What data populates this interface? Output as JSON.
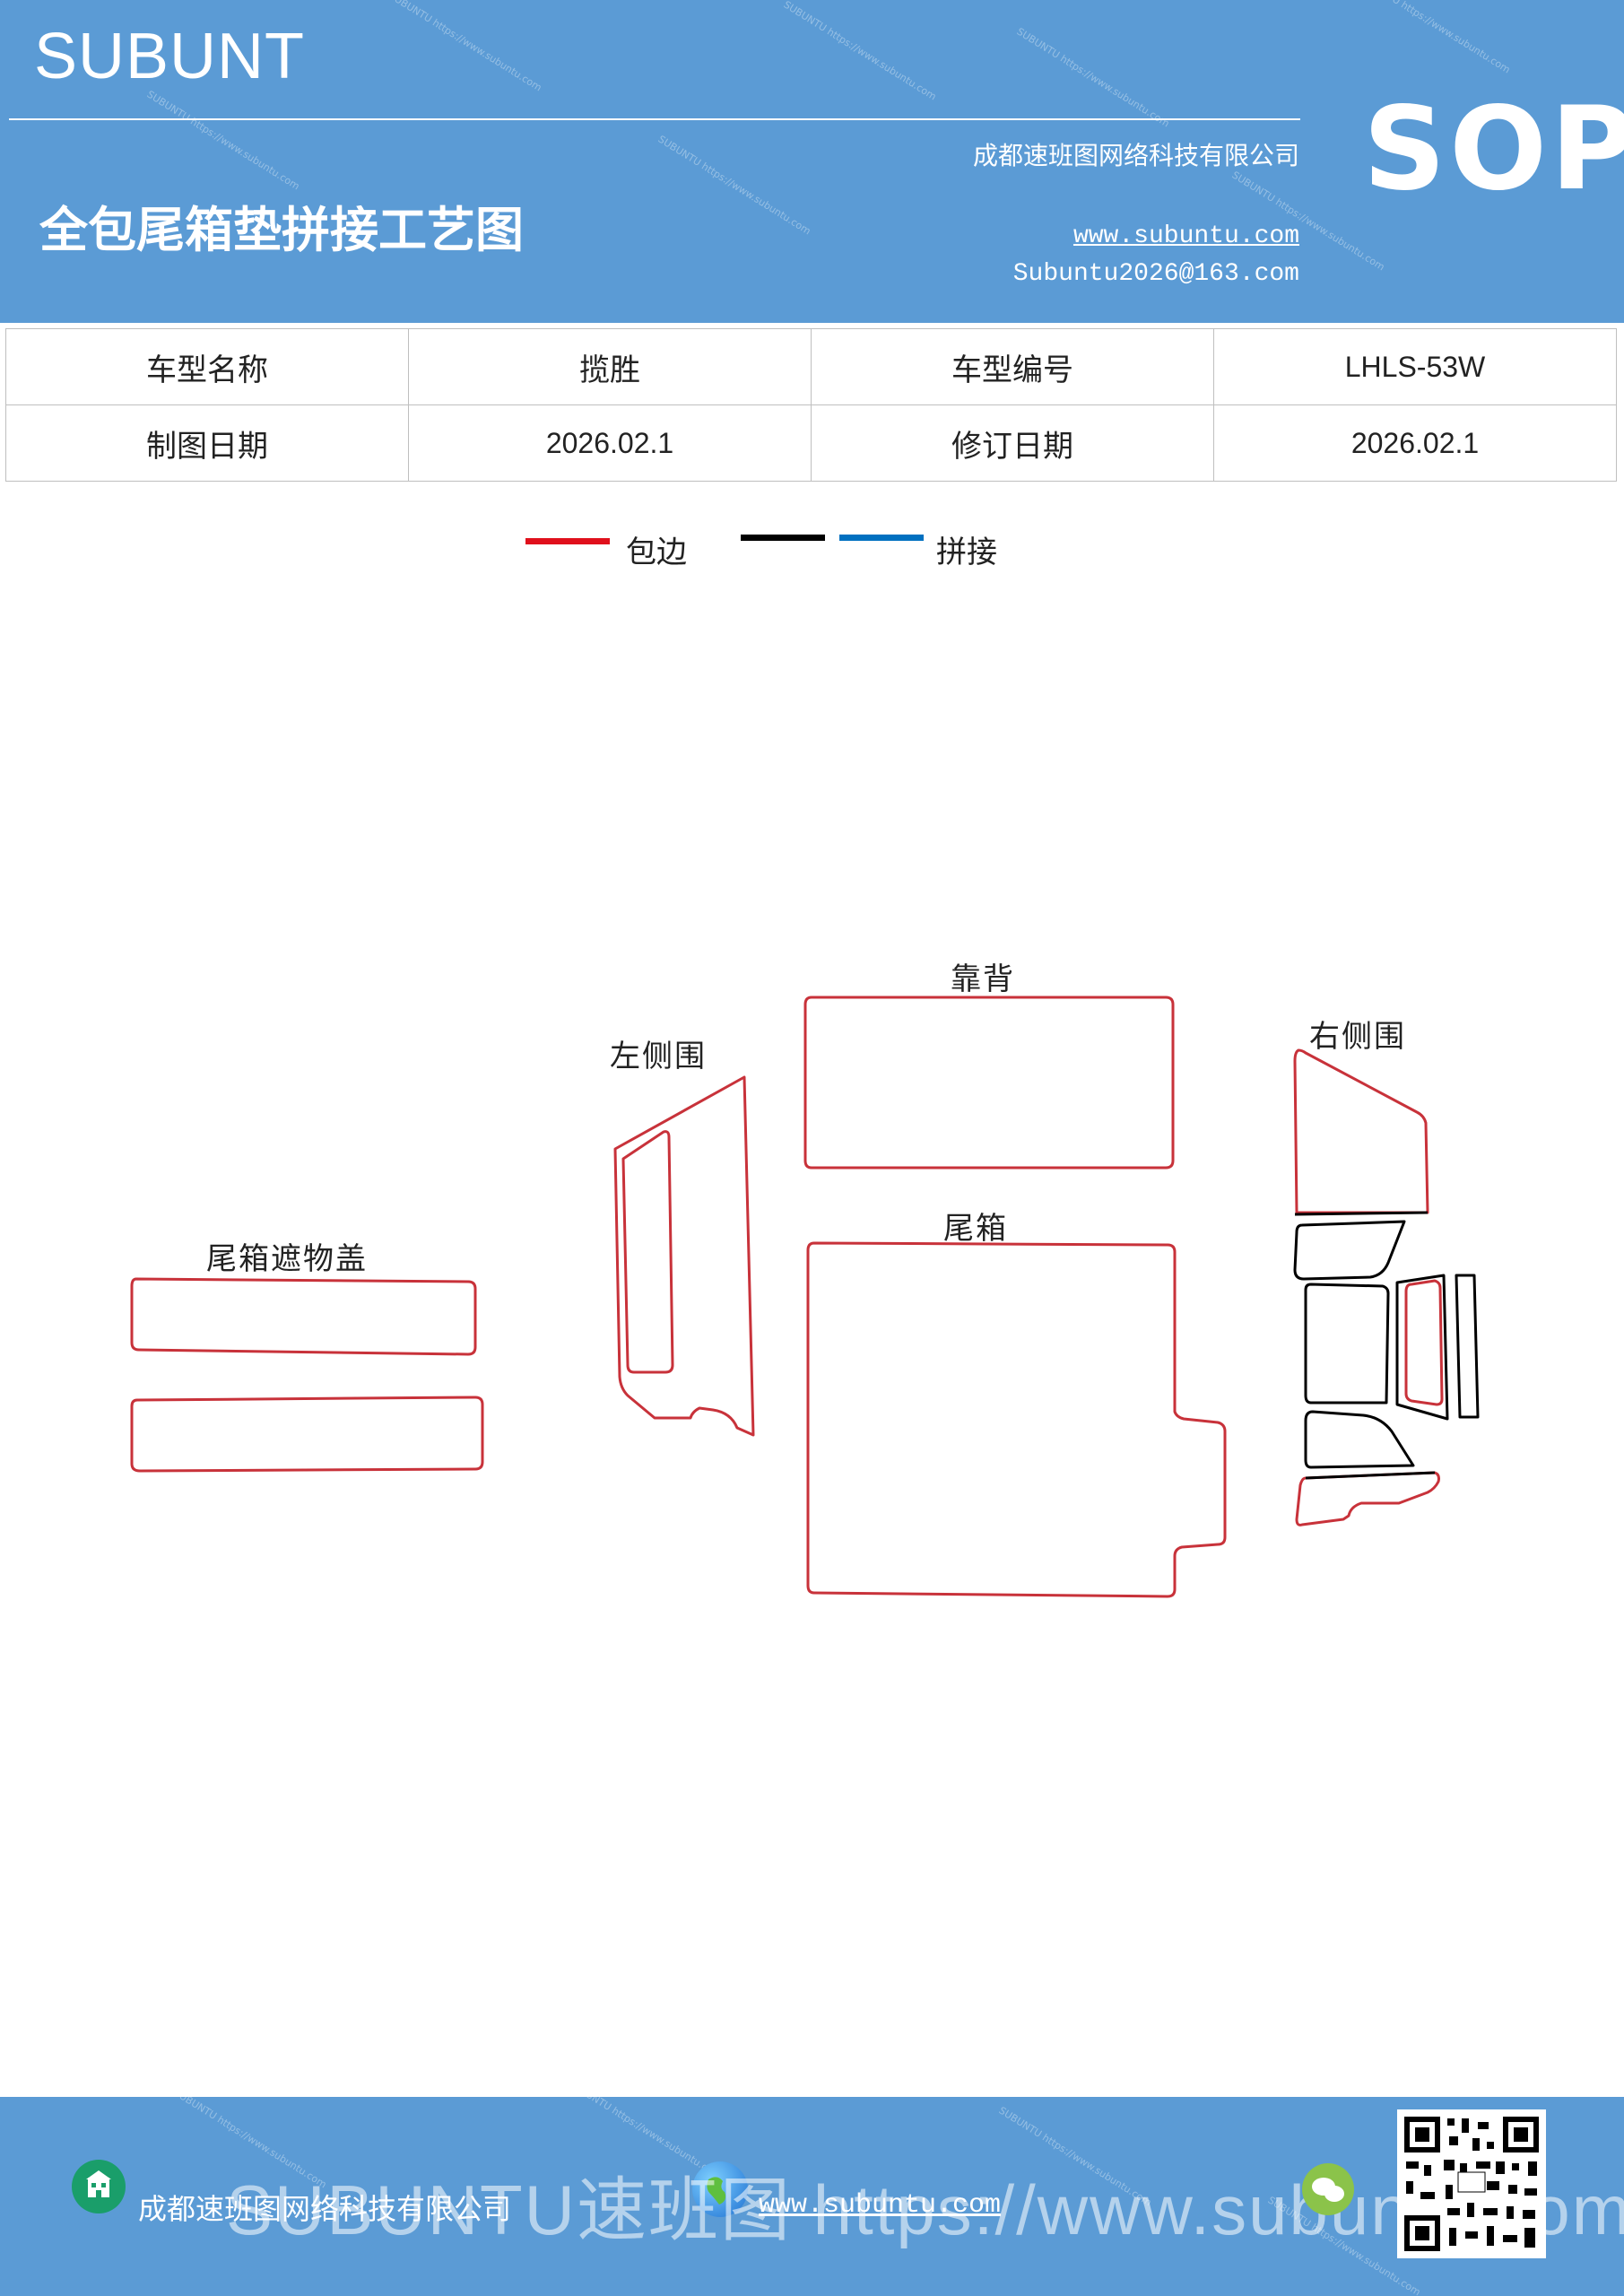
{
  "header": {
    "brand": "SUBUNT",
    "title": "全包尾箱垫拼接工艺图",
    "company": "成都速班图网络科技有限公司",
    "website": "www.subuntu.com",
    "email": "Subuntu2026@163.com",
    "badge": "SOP",
    "background_color": "#5b9bd5",
    "watermark": "SUBUNTU https://www.subuntu.com"
  },
  "info_table": {
    "rows": [
      [
        "车型名称",
        "揽胜",
        "车型编号",
        "LHLS-53W"
      ],
      [
        "制图日期",
        "2026.02.1",
        "修订日期",
        "2026.02.1"
      ]
    ]
  },
  "legend": {
    "items": [
      {
        "label": "包边",
        "colors": [
          "#e0101c"
        ]
      },
      {
        "label": "拼接",
        "colors": [
          "#000000",
          "#0070c0"
        ]
      }
    ]
  },
  "diagram": {
    "outline_color": "#c8323a",
    "seam_color": "#000000",
    "parts": {
      "trunk_cover": "尾箱遮物盖",
      "left_side": "左侧围",
      "backrest": "靠背",
      "trunk": "尾箱",
      "right_side": "右侧围"
    }
  },
  "footer": {
    "company": "成都速班图网络科技有限公司",
    "website": "www.subuntu.com",
    "watermark": "SUBUNTU速班图 https://www.subuntu.com",
    "icons": [
      "building-icon",
      "globe-icon",
      "wechat-icon",
      "qr-code"
    ]
  }
}
